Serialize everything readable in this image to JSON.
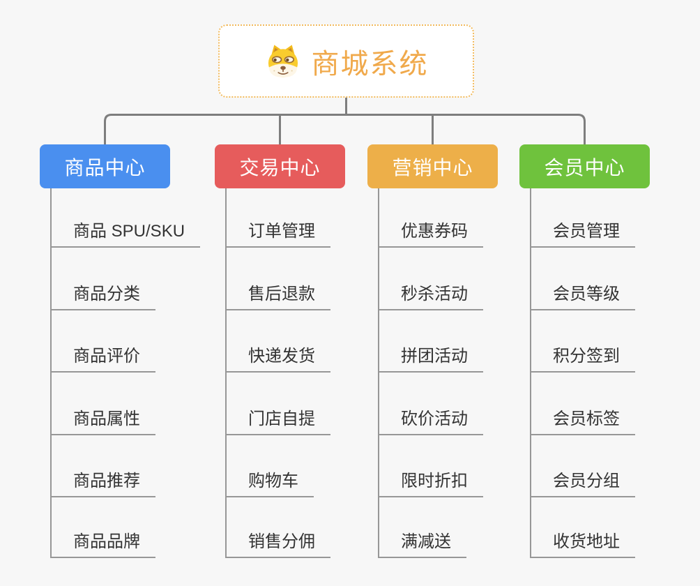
{
  "background_color": "#F7F7F7",
  "connector_color": "#7E7E7E",
  "line_color": "#979797",
  "root": {
    "label": "商城系统",
    "icon": "dog-face-icon",
    "text_color": "#F0A94B",
    "border_color": "#F2BA5C"
  },
  "branches": [
    {
      "label": "商品中心",
      "color": "#4A8FEF",
      "items": [
        "商品 SPU/SKU",
        "商品分类",
        "商品评价",
        "商品属性",
        "商品推荐",
        "商品品牌"
      ]
    },
    {
      "label": "交易中心",
      "color": "#E65C5C",
      "items": [
        "订单管理",
        "售后退款",
        "快递发货",
        "门店自提",
        "购物车",
        "销售分佣"
      ]
    },
    {
      "label": "营销中心",
      "color": "#EDAF49",
      "items": [
        "优惠券码",
        "秒杀活动",
        "拼团活动",
        "砍价活动",
        "限时折扣",
        "满减送"
      ]
    },
    {
      "label": "会员中心",
      "color": "#6FC23D",
      "items": [
        "会员管理",
        "会员等级",
        "积分签到",
        "会员标签",
        "会员分组",
        "收货地址"
      ]
    }
  ]
}
